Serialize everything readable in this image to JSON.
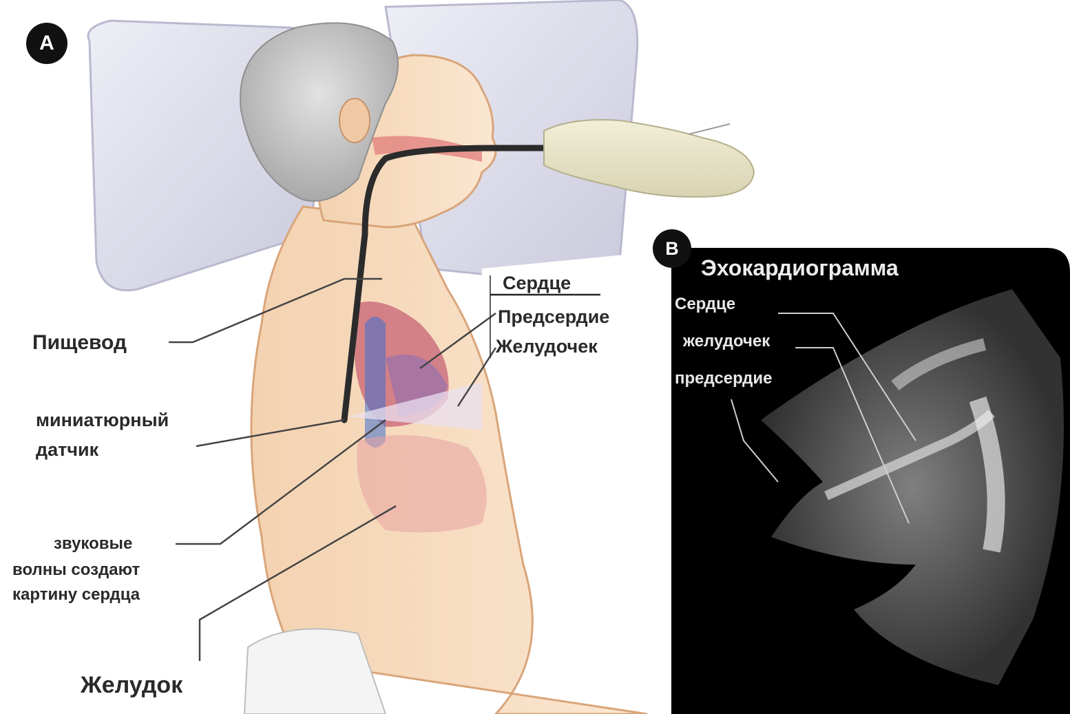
{
  "panel_a": {
    "badge": "A",
    "labels": {
      "esophagus": "Пищевод",
      "transducer_line1": "миниатюрный",
      "transducer_line2": "датчик",
      "waves_line1": "звуковые",
      "waves_line2": "волны создают",
      "waves_line3": "картину сердца",
      "stomach": "Желудок",
      "heart": "Сердце",
      "atrium": "Предсердие",
      "ventricle": "Желудочек"
    }
  },
  "panel_b": {
    "badge": "B",
    "title": "Эхокардиограмма",
    "labels": {
      "heart": "Сердце",
      "ventricle": "желудочек",
      "atrium": "предсердие"
    }
  },
  "colors": {
    "skin": "#f6dcc0",
    "pillow": "#dcdcec",
    "echo_bg": "#000000",
    "label_text": "#2a2a2a"
  }
}
